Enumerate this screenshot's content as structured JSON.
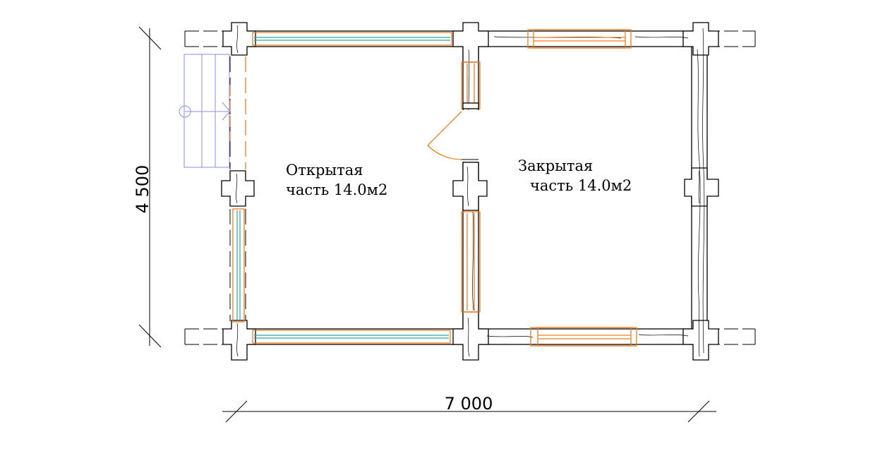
{
  "rooms": {
    "open": {
      "line1": "Открытая",
      "line2": "часть 14.0м2"
    },
    "closed": {
      "line1": "Закрытая",
      "line2": "часть 14.0м2"
    }
  },
  "dimensions": {
    "width": "7 000",
    "depth": "4 500"
  },
  "colors": {
    "walls": "#000000",
    "windows_doors": "#f07d1e",
    "glazing": "#2fa89a",
    "stairs": "#8a8ee0"
  }
}
